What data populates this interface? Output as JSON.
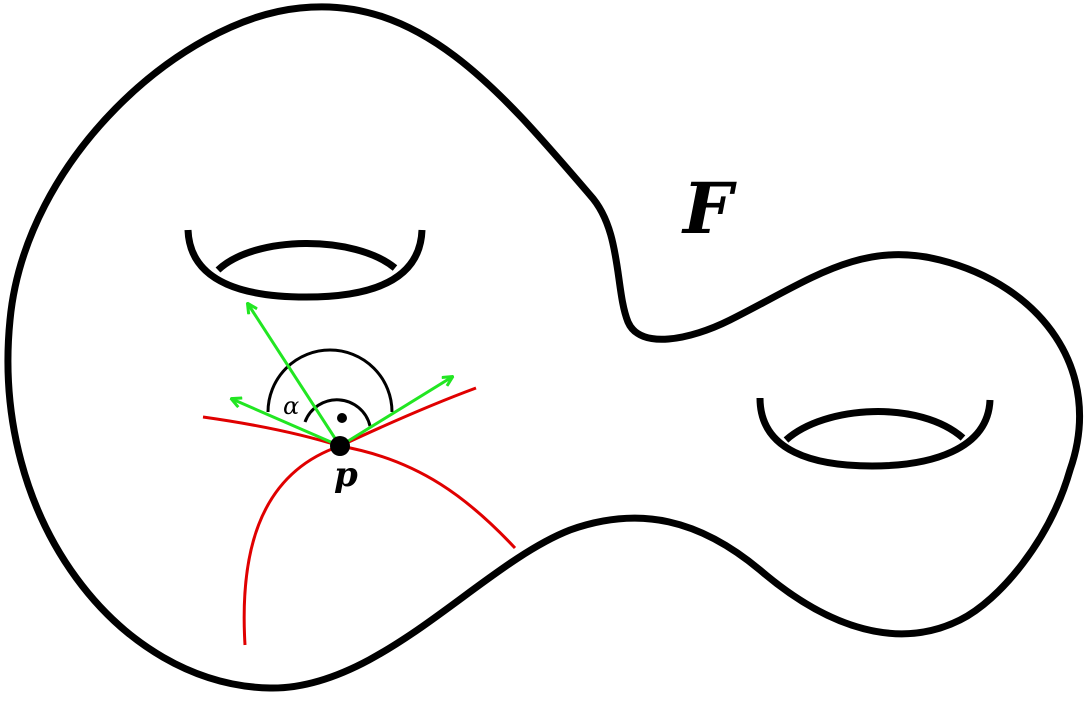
{
  "labels": {
    "surface": "F",
    "point": "p",
    "angle": "α"
  },
  "colors": {
    "outline": "#000000",
    "curves": "#e00000",
    "vectors": "#22e622",
    "background": "#ffffff"
  }
}
